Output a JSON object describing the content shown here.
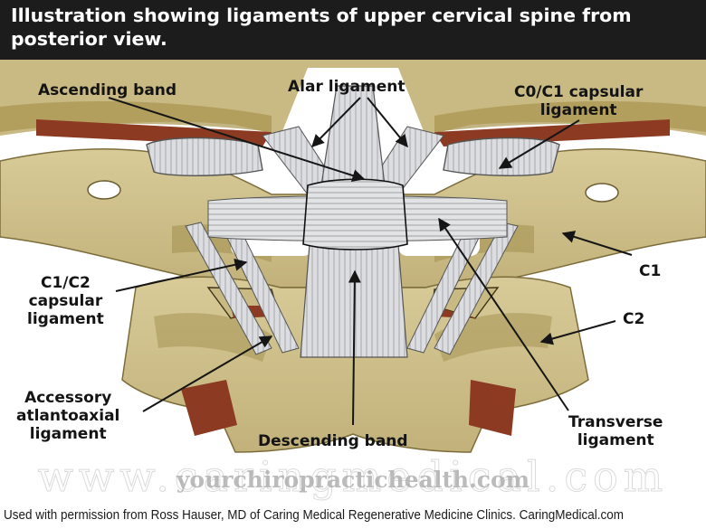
{
  "title": "Illustration showing ligaments of upper cervical spine from posterior view.",
  "labels": {
    "ascending_band": "Ascending band",
    "alar_ligament": "Alar ligament",
    "c0c1_line1": "C0/C1 capsular",
    "c0c1_line2": "ligament",
    "c1c2_line1": "C1/C2",
    "c1c2_line2": "capsular",
    "c1c2_line3": "ligament",
    "c1": "C1",
    "c2": "C2",
    "accessory_line1": "Accessory",
    "accessory_line2": "atlantoaxial",
    "accessory_line3": "ligament",
    "descending_band": "Descending band",
    "transverse_line1": "Transverse",
    "transverse_line2": "ligament"
  },
  "watermarks": {
    "large": "www.caringmedical.com",
    "small": "yourchiropractichealth.com"
  },
  "credit": "Used with permission from Ross Hauser, MD of Caring Medical Regenerative Medicine Clinics. CaringMedical.com",
  "colors": {
    "title_bar": "#1c1c1c",
    "bone": "#cfc08c",
    "bone_shadow": "#a2904f",
    "ligament": "#d9dadc",
    "facet_red": "#8c3a22"
  }
}
